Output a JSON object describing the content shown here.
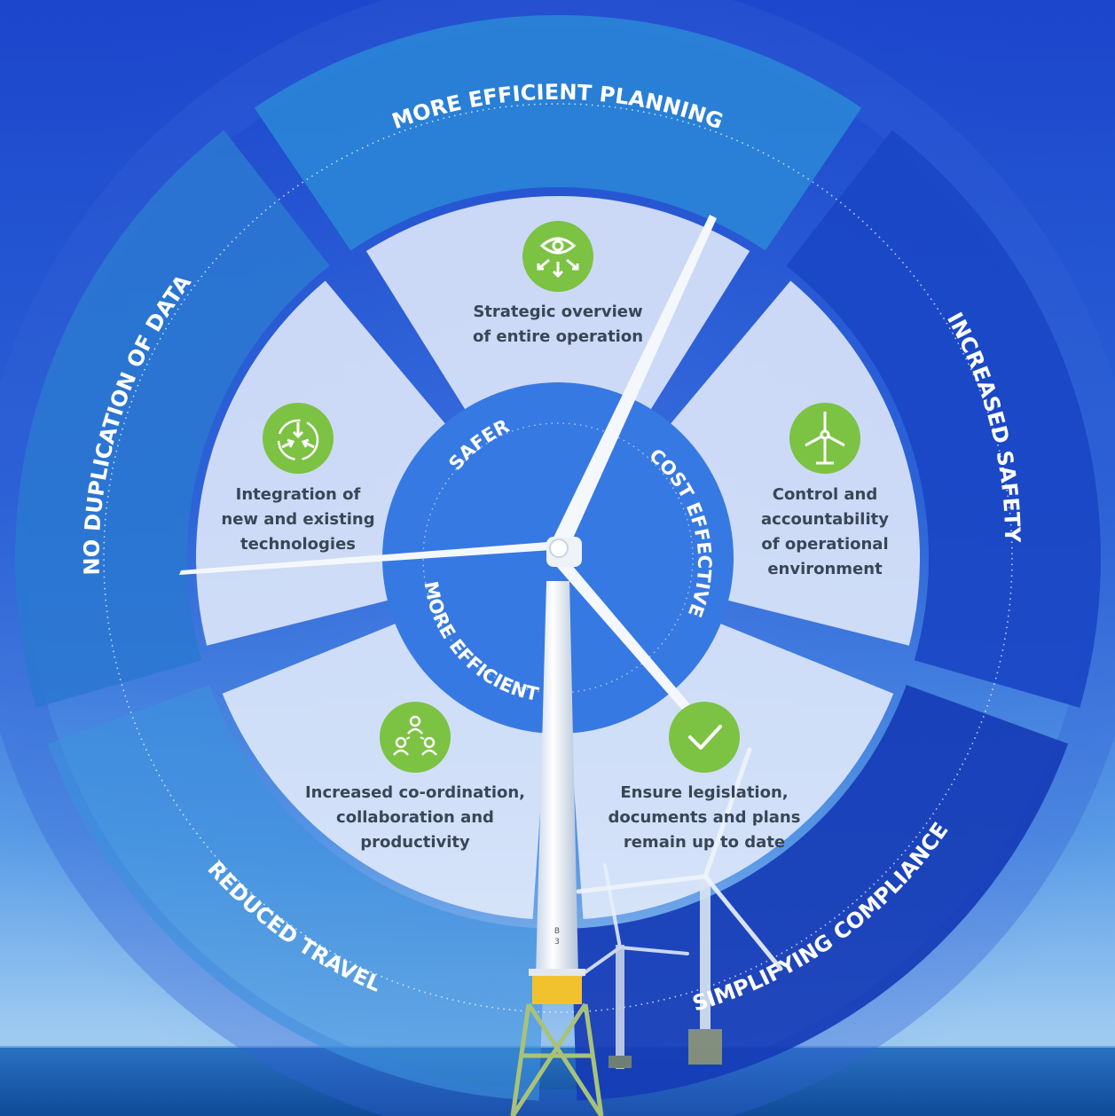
{
  "outer_ring": {
    "top": "MORE EFFICIENT PLANNING",
    "right": "INCREASED SAFETY",
    "bottom_right": "SIMPLIFYING COMPLIANCE",
    "bottom_left": "REDUCED TRAVEL",
    "left": "NO DUPLICATION OF DATA"
  },
  "inner_ring": {
    "safer": "SAFER",
    "cost_effective": "COST EFFECTIVE",
    "more_efficient": "MORE EFFICIENT"
  },
  "cards": [
    {
      "icon": "eye-arrows-icon",
      "lines": [
        "Strategic overview",
        "of entire operation"
      ]
    },
    {
      "icon": "wind-turbine-icon",
      "lines": [
        "Control and",
        "accountability",
        "of operational",
        "environment"
      ]
    },
    {
      "icon": "checkmark-icon",
      "lines": [
        "Ensure legislation,",
        "documents and plans",
        "remain up to date"
      ]
    },
    {
      "icon": "people-network-icon",
      "lines": [
        "Increased co-ordination,",
        "collaboration and",
        "productivity"
      ]
    },
    {
      "icon": "converging-arrows-icon",
      "lines": [
        "Integration of",
        "new and existing",
        "technologies"
      ]
    }
  ],
  "tower_marking": [
    "B",
    "3"
  ],
  "colors": {
    "sky_top": "#1f4fd0",
    "sky_bottom": "#8fc2ee",
    "sea": "#1a5fb0",
    "icon_green": "#7cc243",
    "card_text": "#3a4656",
    "outer_top": "#2a86d6",
    "outer_right": "#1a47c4",
    "outer_bottom_right": "#163cb6",
    "outer_bottom_left": "#3d92dd",
    "outer_left": "#2b78d2",
    "center_disc": "#3b7fe4"
  }
}
